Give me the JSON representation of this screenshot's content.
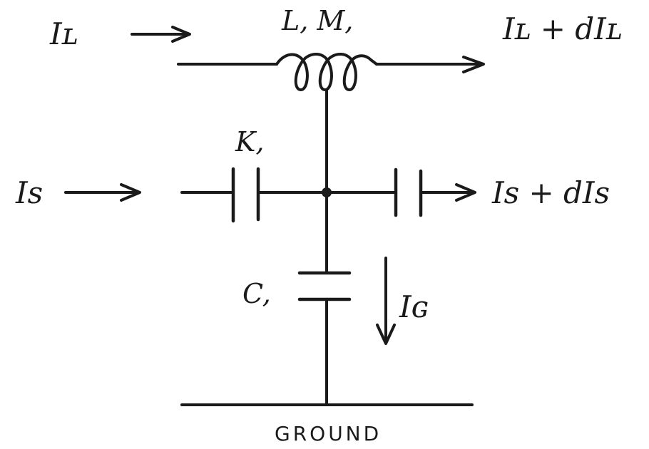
{
  "labels": {
    "line_current_in": "Iʟ",
    "line_current_out": "Iʟ + dIʟ",
    "inductor": "L, M,",
    "series_capacitor": "K,",
    "stream_current_in": "Is",
    "stream_current_out": "Is + dIs",
    "shunt_capacitor": "C,",
    "ground_current": "Iɢ",
    "ground": "GROUND"
  },
  "colors": {
    "ink": "#1a1a1a",
    "paper": "#ffffff"
  }
}
